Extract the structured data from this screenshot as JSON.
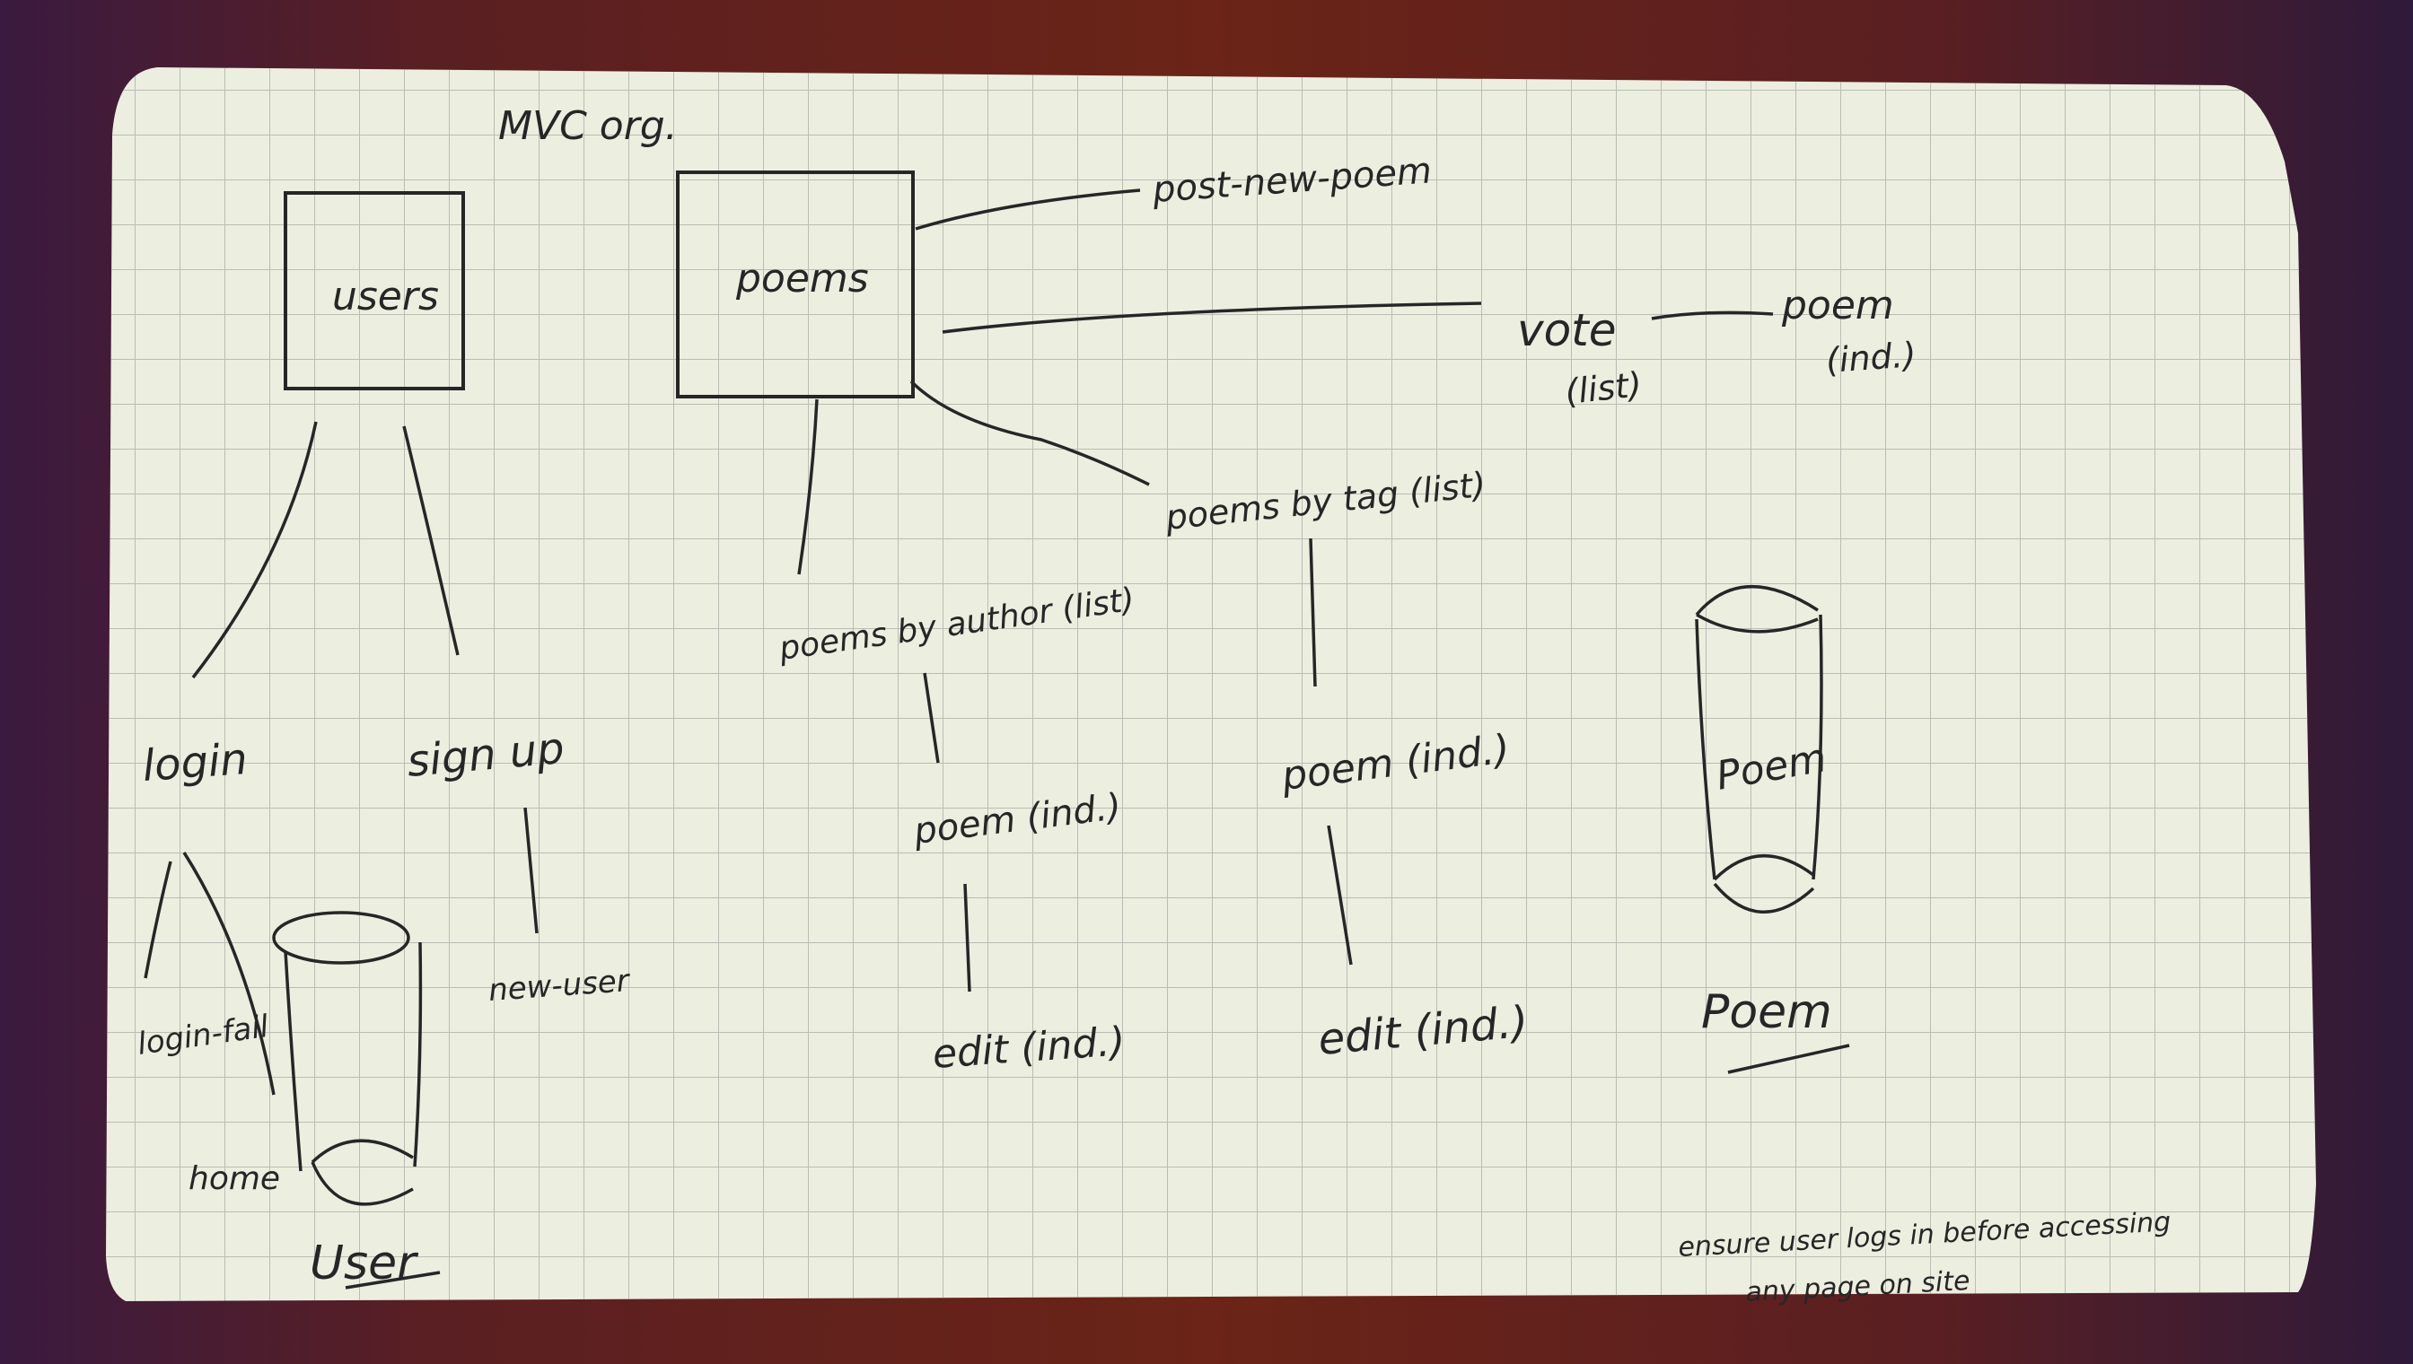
{
  "title": "MVC org.",
  "boxes": {
    "users": "users",
    "poems": "poems"
  },
  "labels": {
    "login": "login",
    "signup": "sign up",
    "login_fail": "login-fail",
    "new_user": "new-user",
    "home": "home",
    "post_new_poem": "post-new-poem",
    "vote_list_1": "vote",
    "vote_list_2": "(list)",
    "poem_ind_1": "poem",
    "poem_ind_2": "(ind.)",
    "poems_by_tag": "poems by tag (list)",
    "poems_by_author": "poems by author (list)",
    "poem_ind_left": "poem (ind.)",
    "poem_ind_right": "poem (ind.)",
    "edit_ind_left": "edit (ind.)",
    "edit_ind_right": "edit (ind.)"
  },
  "models": {
    "user_caption": "User",
    "poem_inside": "Poem",
    "poem_caption": "Poem"
  },
  "note": {
    "line1": "ensure user logs in before accessing",
    "line2": "any page on site"
  },
  "colors": {
    "paper": "#eceee0",
    "grid": "#b9bdb3",
    "ink": "#262626"
  }
}
